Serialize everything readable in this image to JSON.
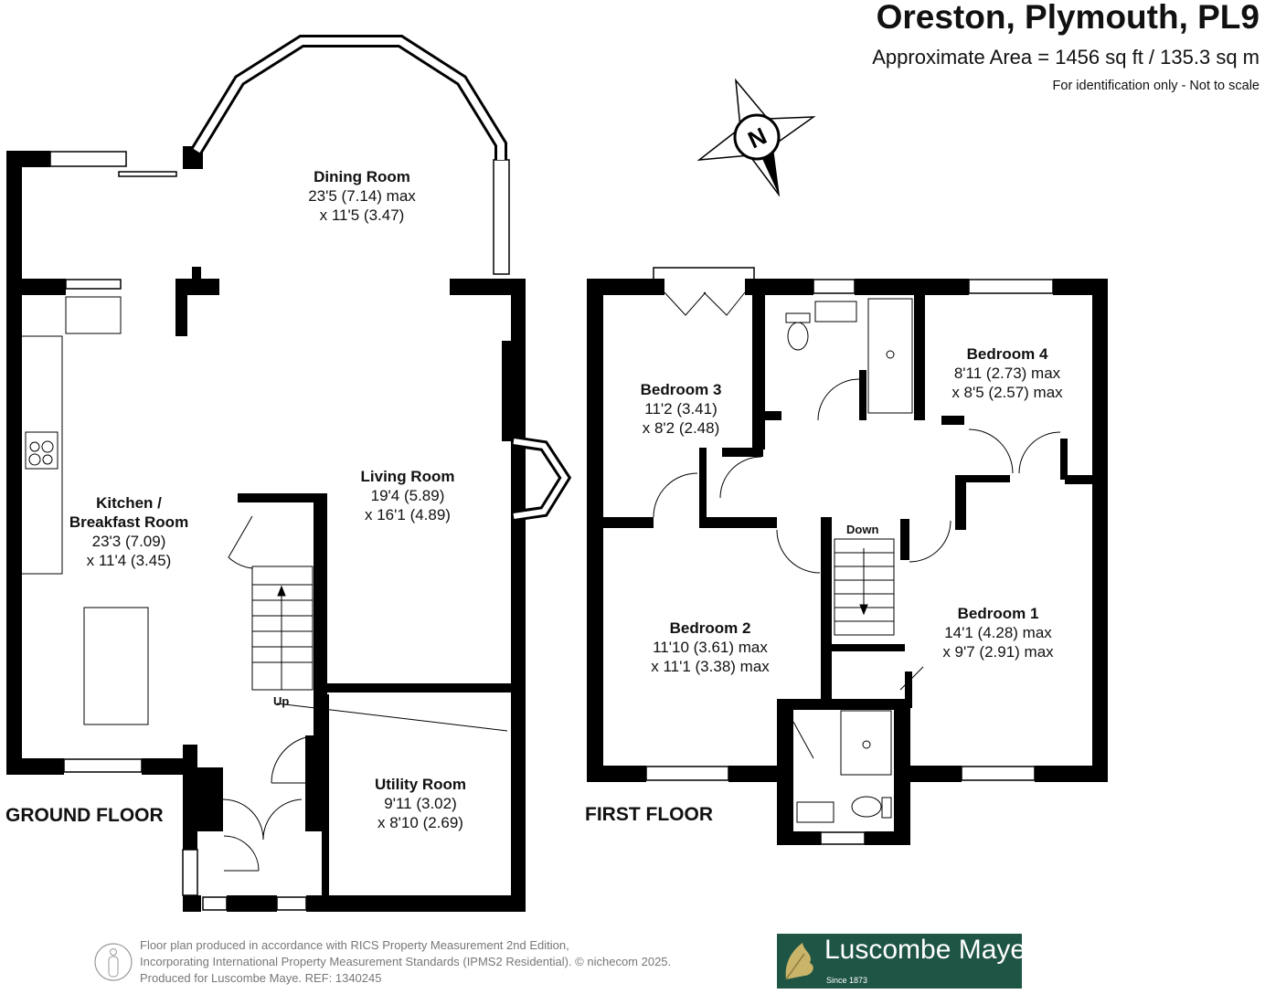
{
  "header": {
    "title": "Oreston, Plymouth, PL9",
    "area": "Approximate Area = 1456 sq ft / 135.3 sq m",
    "note": "For identification only - Not to scale"
  },
  "compass": {
    "label": "N"
  },
  "ground_floor": {
    "label": "GROUND FLOOR",
    "stairs_label": "Up",
    "rooms": [
      {
        "name": "Dining Room",
        "dims": [
          "23'5 (7.14) max",
          "x 11'5 (3.47)"
        ]
      },
      {
        "name": "Living Room",
        "dims": [
          "19'4 (5.89)",
          "x 16'1 (4.89)"
        ]
      },
      {
        "name": "Kitchen /",
        "name2": "Breakfast Room",
        "dims": [
          "23'3 (7.09)",
          "x 11'4 (3.45)"
        ]
      },
      {
        "name": "Utility Room",
        "dims": [
          "9'11 (3.02)",
          "x 8'10 (2.69)"
        ]
      }
    ]
  },
  "first_floor": {
    "label": "FIRST FLOOR",
    "stairs_label": "Down",
    "rooms": [
      {
        "name": "Bedroom 3",
        "dims": [
          "11'2 (3.41)",
          "x 8'2 (2.48)"
        ]
      },
      {
        "name": "Bedroom 4",
        "dims": [
          "8'11 (2.73) max",
          "x 8'5 (2.57) max"
        ]
      },
      {
        "name": "Bedroom 2",
        "dims": [
          "11'10 (3.61) max",
          "x 11'1 (3.38) max"
        ]
      },
      {
        "name": "Bedroom 1",
        "dims": [
          "14'1 (4.28) max",
          "x 9'7 (2.91) max"
        ]
      }
    ]
  },
  "footer": {
    "lines": [
      "Floor plan produced in accordance with RICS Property Measurement 2nd Edition,",
      "Incorporating International Property Measurement Standards (IPMS2 Residential).   © nichecom 2025.",
      "Produced for Luscombe Maye.   REF: 1340245"
    ],
    "brand": "Luscombe Maye",
    "brand_since": "Since 1873",
    "brand_color": "#1f5545"
  }
}
